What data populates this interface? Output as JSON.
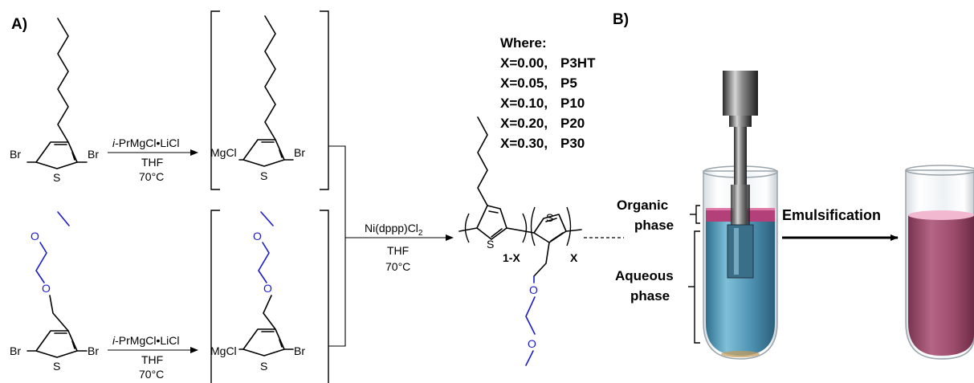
{
  "panel_a": {
    "label": "A)"
  },
  "panel_b": {
    "label": "B)"
  },
  "atoms": {
    "br": "Br",
    "s": "S",
    "mgcl": "MgCl",
    "o": "O"
  },
  "reaction1": {
    "reagent_prefix": "i",
    "reagent_rest": "-PrMgCl•LiCl",
    "solvent": "THF",
    "temperature": "70°C"
  },
  "reaction2": {
    "reagent_prefix": "i",
    "reagent_rest": "-PrMgCl•LiCl",
    "solvent": "THF",
    "temperature": "70°C"
  },
  "polymerization": {
    "catalyst": "Ni(dppp)Cl",
    "catalyst_subscript": "2",
    "solvent": "THF",
    "temperature": "70°C"
  },
  "polymer": {
    "subscript_left": "1-X",
    "subscript_right": "X"
  },
  "legend": {
    "title": "Where:",
    "items": [
      {
        "x_value": "X=0.00,",
        "name": "P3HT"
      },
      {
        "x_value": "X=0.05,",
        "name": "P5"
      },
      {
        "x_value": "X=0.10,",
        "name": "P10"
      },
      {
        "x_value": "X=0.20,",
        "name": "P20"
      },
      {
        "x_value": "X=0.30,",
        "name": "P30"
      }
    ]
  },
  "vials": {
    "organic_label_1": "Organic",
    "organic_label_2": "phase",
    "aqueous_label_1": "Aqueous",
    "aqueous_label_2": "phase",
    "arrow_label": "Emulsification"
  },
  "colors": {
    "oxygen_chain": "#1a1acc",
    "organic_phase": "#b4407a",
    "aqueous_phase": "#4f93b4",
    "emulsion": "#9c4b6b"
  }
}
